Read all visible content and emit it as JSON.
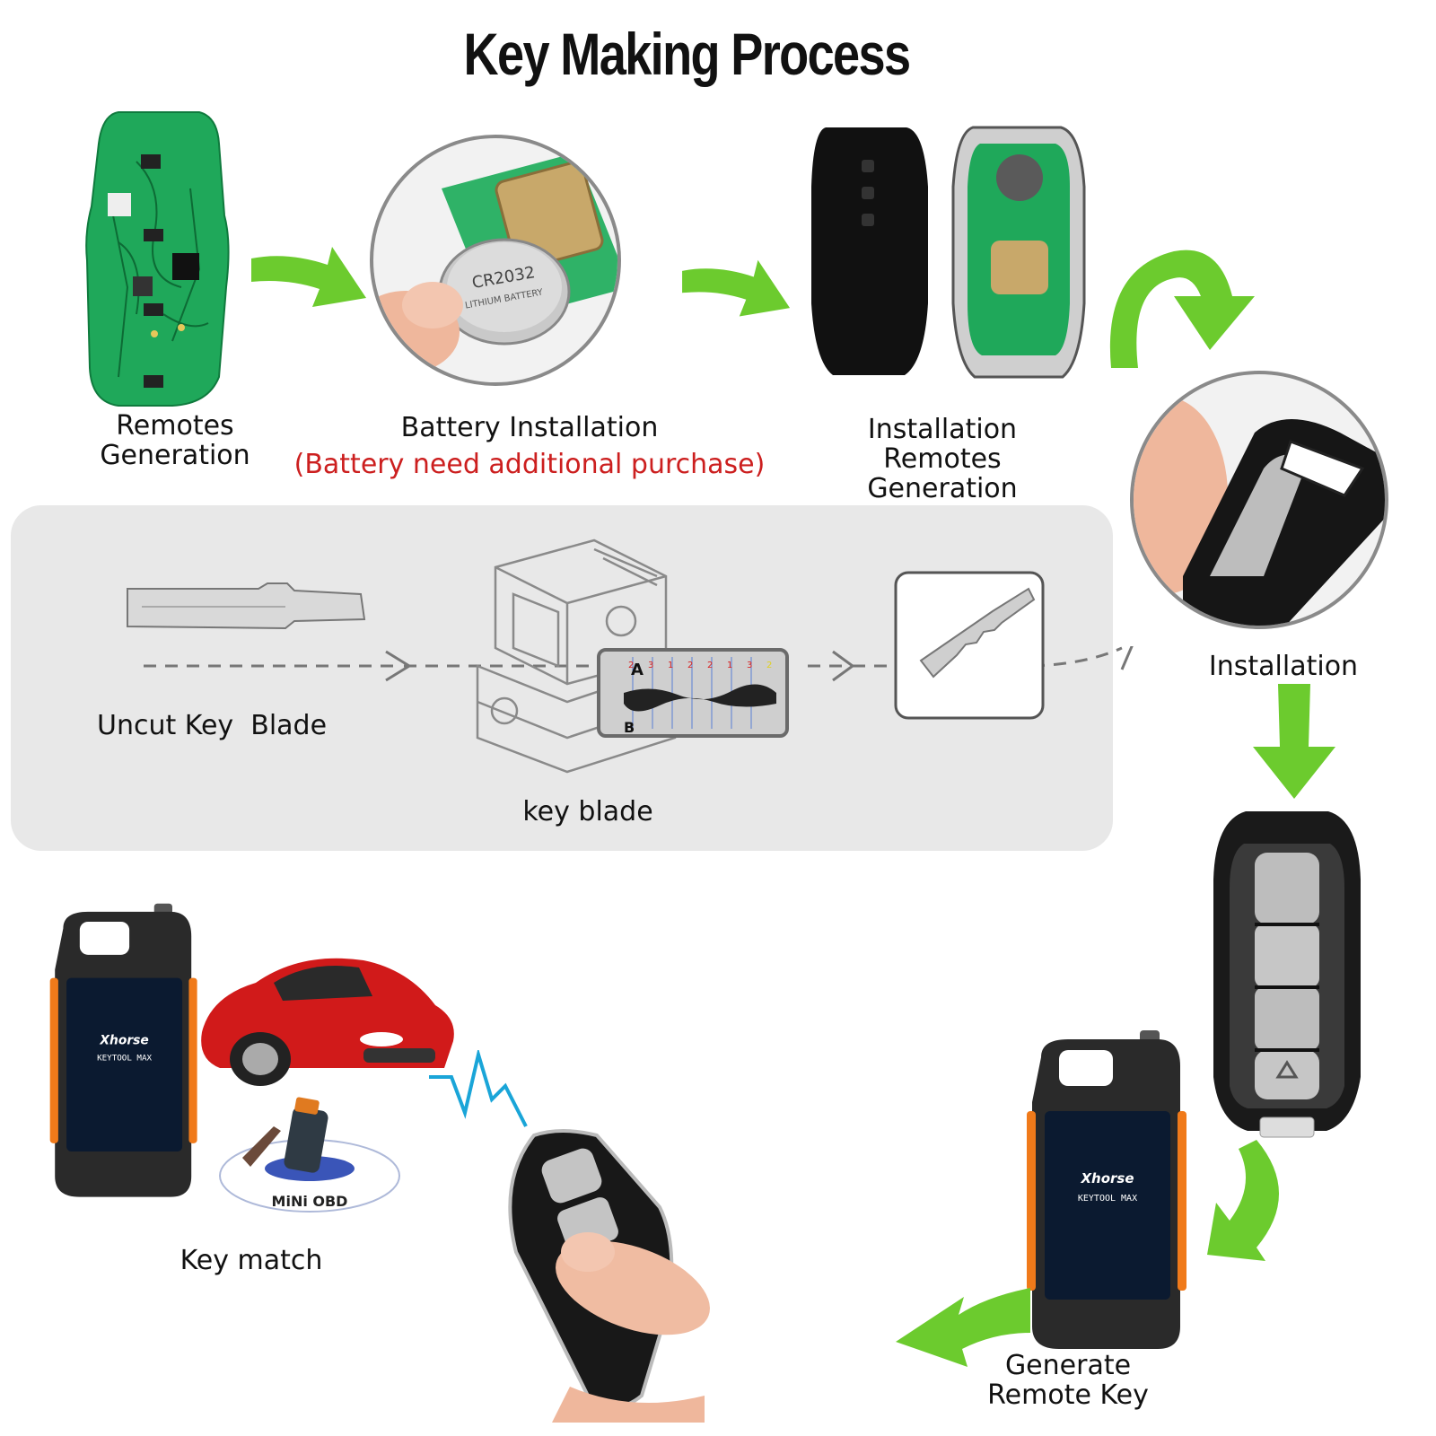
{
  "title": "Key Making Process",
  "colors": {
    "arrow_green": "#6ccb2e",
    "warning_red": "#cc1f1f",
    "panel_bg": "#e8e8e8",
    "pcb_green": "#1fa85a"
  },
  "steps": [
    {
      "id": "remotes-generation",
      "label_lines": [
        "Remotes",
        "Generation"
      ]
    },
    {
      "id": "battery-installation",
      "label": "Battery Installation",
      "note": "(Battery need additional purchase)"
    },
    {
      "id": "installation-remotes-generation",
      "label_lines": [
        "Installation Remotes",
        "Generation"
      ]
    },
    {
      "id": "installation",
      "label": "Installation"
    },
    {
      "id": "generate-remote-key",
      "label_lines": [
        "Generate",
        "Remote Key"
      ]
    },
    {
      "id": "key-match",
      "label": "Key match"
    }
  ],
  "blade_panel": {
    "uncut_label": "Uncut Key  Blade",
    "blade_label": "key blade",
    "marker_a": "A",
    "marker_b": "B",
    "cut_numbers": [
      "2",
      "3",
      "1",
      "2",
      "2",
      "1",
      "3",
      "2"
    ]
  },
  "battery": {
    "model": "CR2032",
    "text": "LITHIUM BATTERY"
  },
  "device": {
    "brand": "Xhorse",
    "model": "KEYTOOL MAX"
  },
  "adapter": {
    "label": "MiNi OBD"
  },
  "icons": [
    "pcb-board-icon",
    "coin-battery-icon",
    "remote-shell-icon",
    "smart-key-icon",
    "key-cutting-machine-icon",
    "uncut-blade-icon",
    "cut-blade-icon",
    "keytool-device-icon",
    "red-car-icon",
    "obd-adapter-icon",
    "signal-wave-icon",
    "green-arrow-icon"
  ]
}
